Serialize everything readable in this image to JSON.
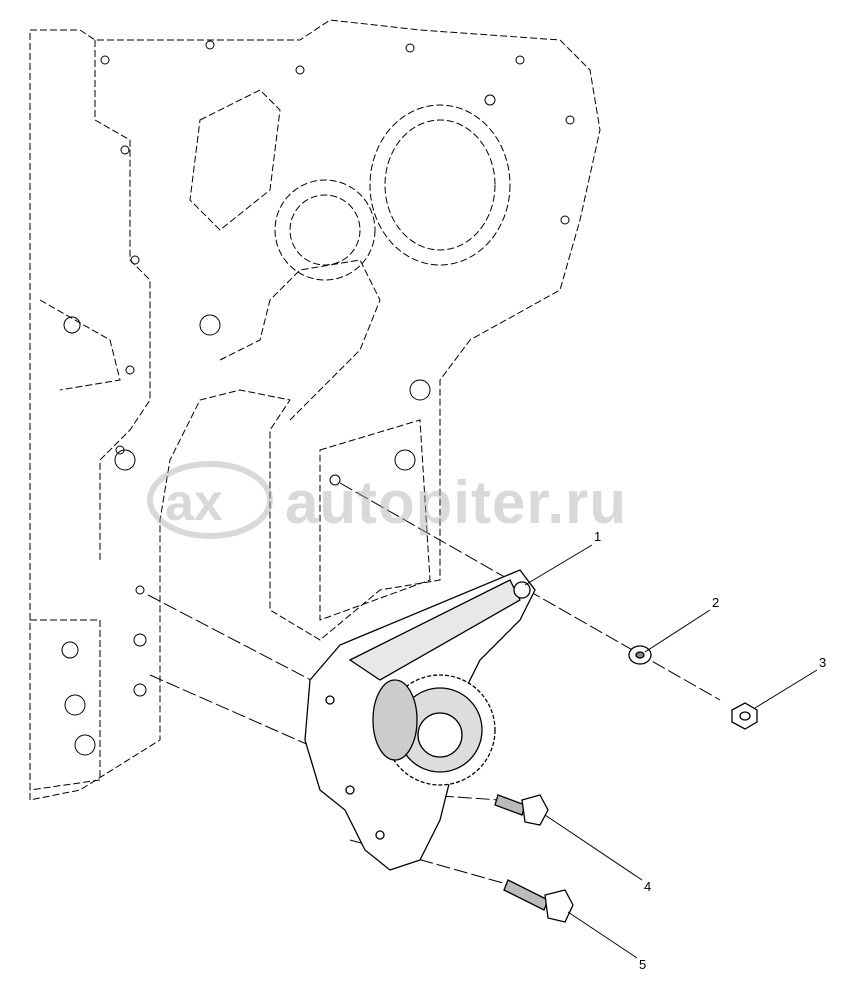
{
  "diagram": {
    "callouts": [
      {
        "label": "1",
        "part": "oil-pump"
      },
      {
        "label": "2",
        "part": "washer"
      },
      {
        "label": "3",
        "part": "nut"
      },
      {
        "label": "4",
        "part": "short-bolt"
      },
      {
        "label": "5",
        "part": "long-bolt"
      }
    ],
    "watermark": "autopiter.ru",
    "watermark_logo": "ax"
  }
}
